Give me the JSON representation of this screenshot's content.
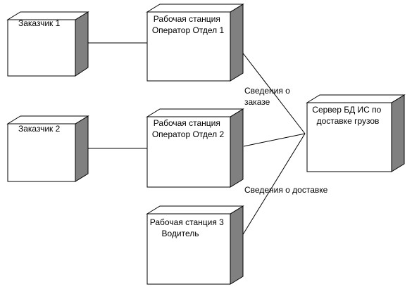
{
  "diagram": {
    "nodes": {
      "customer1": {
        "lines": [
          "Заказчик 1"
        ]
      },
      "customer2": {
        "lines": [
          "Заказчик 2"
        ]
      },
      "station1": {
        "lines": [
          "Рабочая станция",
          "Оператор Отдел 1"
        ]
      },
      "station2": {
        "lines": [
          "Рабочая станция",
          "Оператор Отдел 2"
        ]
      },
      "station3": {
        "lines": [
          "Рабочая станция 3",
          "Водитель"
        ]
      },
      "server": {
        "lines": [
          "Сервер БД ИС по",
          "доставке грузов"
        ]
      }
    },
    "connections": [
      {
        "from": "customer1",
        "to": "station1"
      },
      {
        "from": "customer2",
        "to": "station2"
      },
      {
        "from": "station1",
        "to": "server"
      },
      {
        "from": "station2",
        "to": "server"
      },
      {
        "from": "station3",
        "to": "server"
      }
    ],
    "labels": {
      "order_info": [
        "Сведения о",
        "заказе"
      ],
      "delivery_info": [
        "Сведения о доставке"
      ]
    }
  }
}
